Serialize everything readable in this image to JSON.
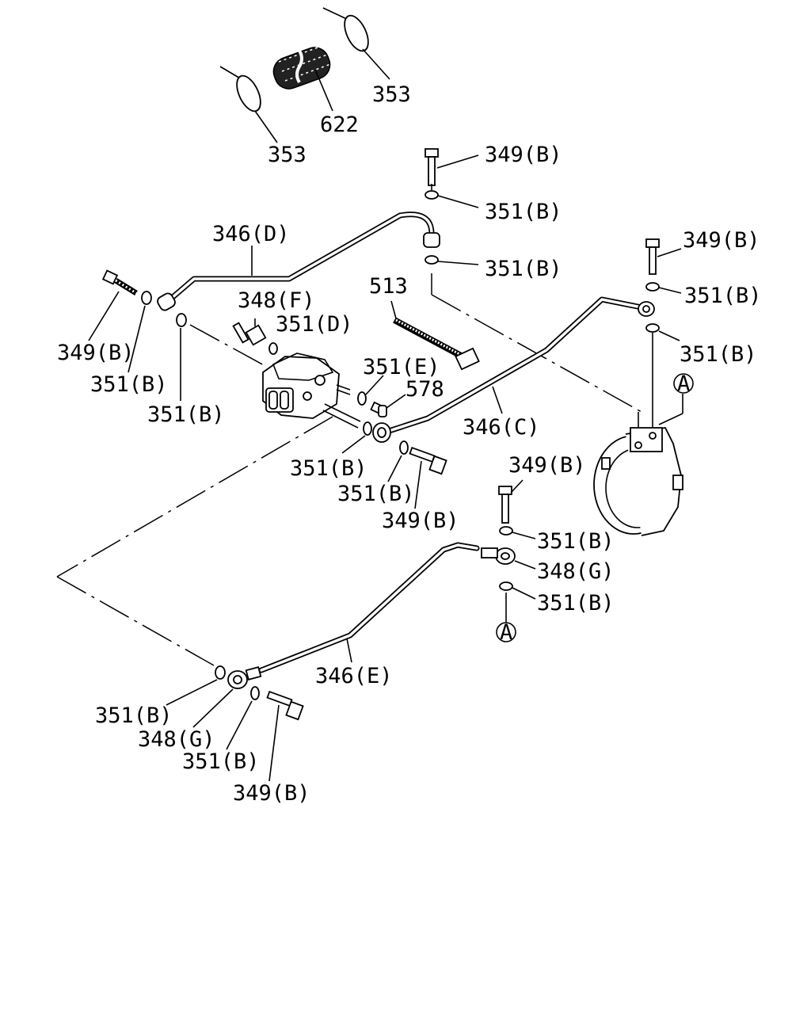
{
  "labels": {
    "l353_top": "353",
    "l622": "622",
    "l353_left": "353",
    "l349b_1": "349(B)",
    "l351b_1": "351(B)",
    "l346d": "346(D)",
    "l351b_2": "351(B)",
    "l513": "513",
    "l349b_2": "349(B)",
    "l351b_3": "351(B)",
    "l348f": "348(F)",
    "l351d": "351(D)",
    "l349b_3": "349(B)",
    "l351b_4": "351(B)",
    "l351e": "351(E)",
    "l578": "578",
    "l351b_5": "351(B)",
    "l351b_6": "351(B)",
    "l346c": "346(C)",
    "ref_a_1": "A",
    "l351b_7": "351(B)",
    "l351b_8": "351(B)",
    "l349b_4": "349(B)",
    "l349b_5": "349(B)",
    "l351b_9": "351(B)",
    "l348g_1": "348(G)",
    "l351b_10": "351(B)",
    "ref_a_2": "A",
    "l346e": "346(E)",
    "l351b_11": "351(B)",
    "l348g_2": "348(G)",
    "l351b_12": "351(B)",
    "l349b_6": "349(B)"
  }
}
